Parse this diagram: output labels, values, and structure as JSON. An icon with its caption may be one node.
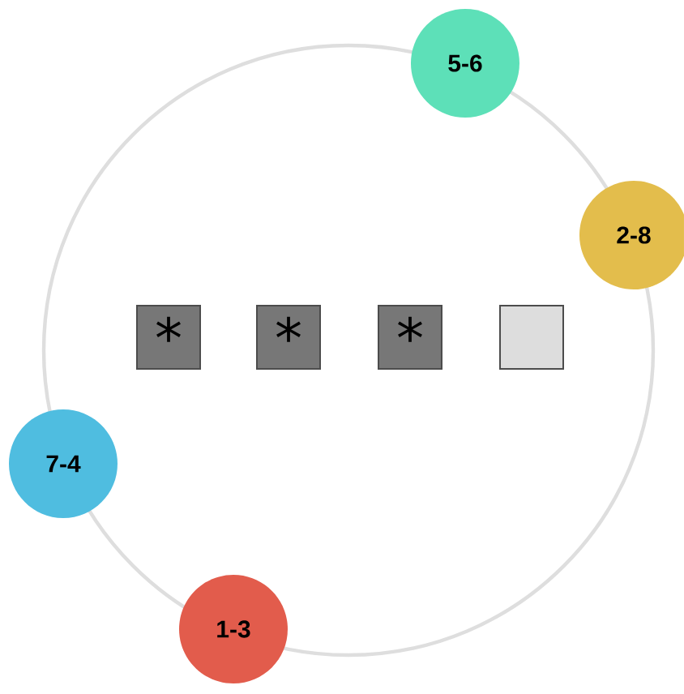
{
  "diagram": {
    "nodes": [
      {
        "text": [
          "5-6"
        ]
      },
      {
        "text": [
          "2-8"
        ]
      },
      {
        "text": [
          "*"
        ]
      },
      {
        "text": [
          "*"
        ]
      },
      {
        "text": [
          "*"
        ]
      },
      {
        "text": [],
        "shape": "box"
      },
      {
        "text": [
          "7-4"
        ]
      },
      {
        "text": [
          "1-3"
        ]
      }
    ]
  }
}
